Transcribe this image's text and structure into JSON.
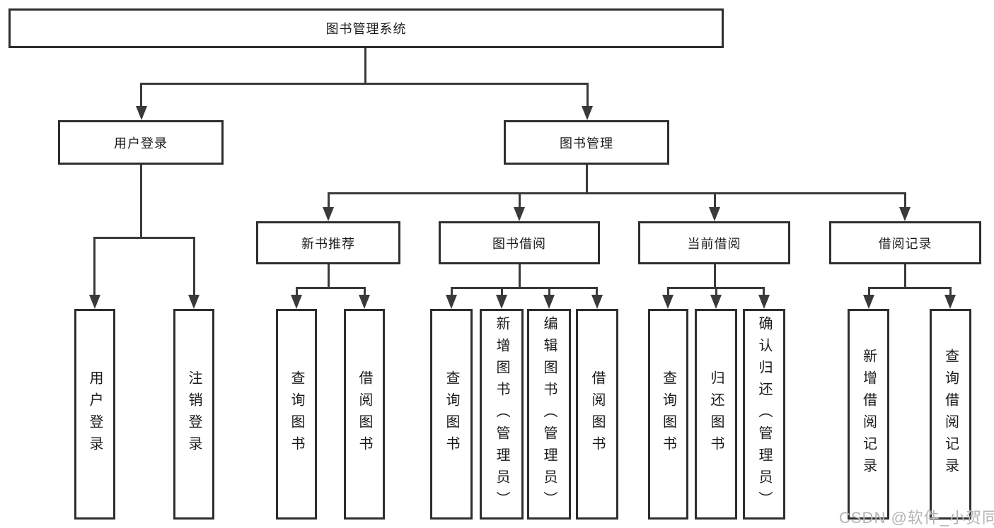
{
  "diagram": {
    "root": {
      "label": "图书管理系统"
    },
    "branches": [
      {
        "label": "用户登录",
        "children": [
          {
            "label": "用户登录"
          },
          {
            "label": "注销登录"
          }
        ]
      },
      {
        "label": "图书管理",
        "children": [
          {
            "label": "新书推荐",
            "children": [
              {
                "label": "查询图书"
              },
              {
                "label": "借阅图书"
              }
            ]
          },
          {
            "label": "图书借阅",
            "children": [
              {
                "label": "查询图书"
              },
              {
                "label": "新增图书（管理员）"
              },
              {
                "label": "编辑图书（管理员）"
              },
              {
                "label": "借阅图书"
              }
            ]
          },
          {
            "label": "当前借阅",
            "children": [
              {
                "label": "查询图书"
              },
              {
                "label": "归还图书"
              },
              {
                "label": "确认归还（管理员）"
              }
            ]
          },
          {
            "label": "借阅记录",
            "children": [
              {
                "label": "新增借阅记录"
              },
              {
                "label": "查询借阅记录"
              }
            ]
          }
        ]
      }
    ],
    "watermark": "CSDN @软件_小贺同学",
    "colors": {
      "background": "#ffffff",
      "box_border": "#2e2e2e",
      "connector_line": "#3a3a3a",
      "text": "#1c1c1c",
      "watermark": "#b4b4b4"
    }
  }
}
